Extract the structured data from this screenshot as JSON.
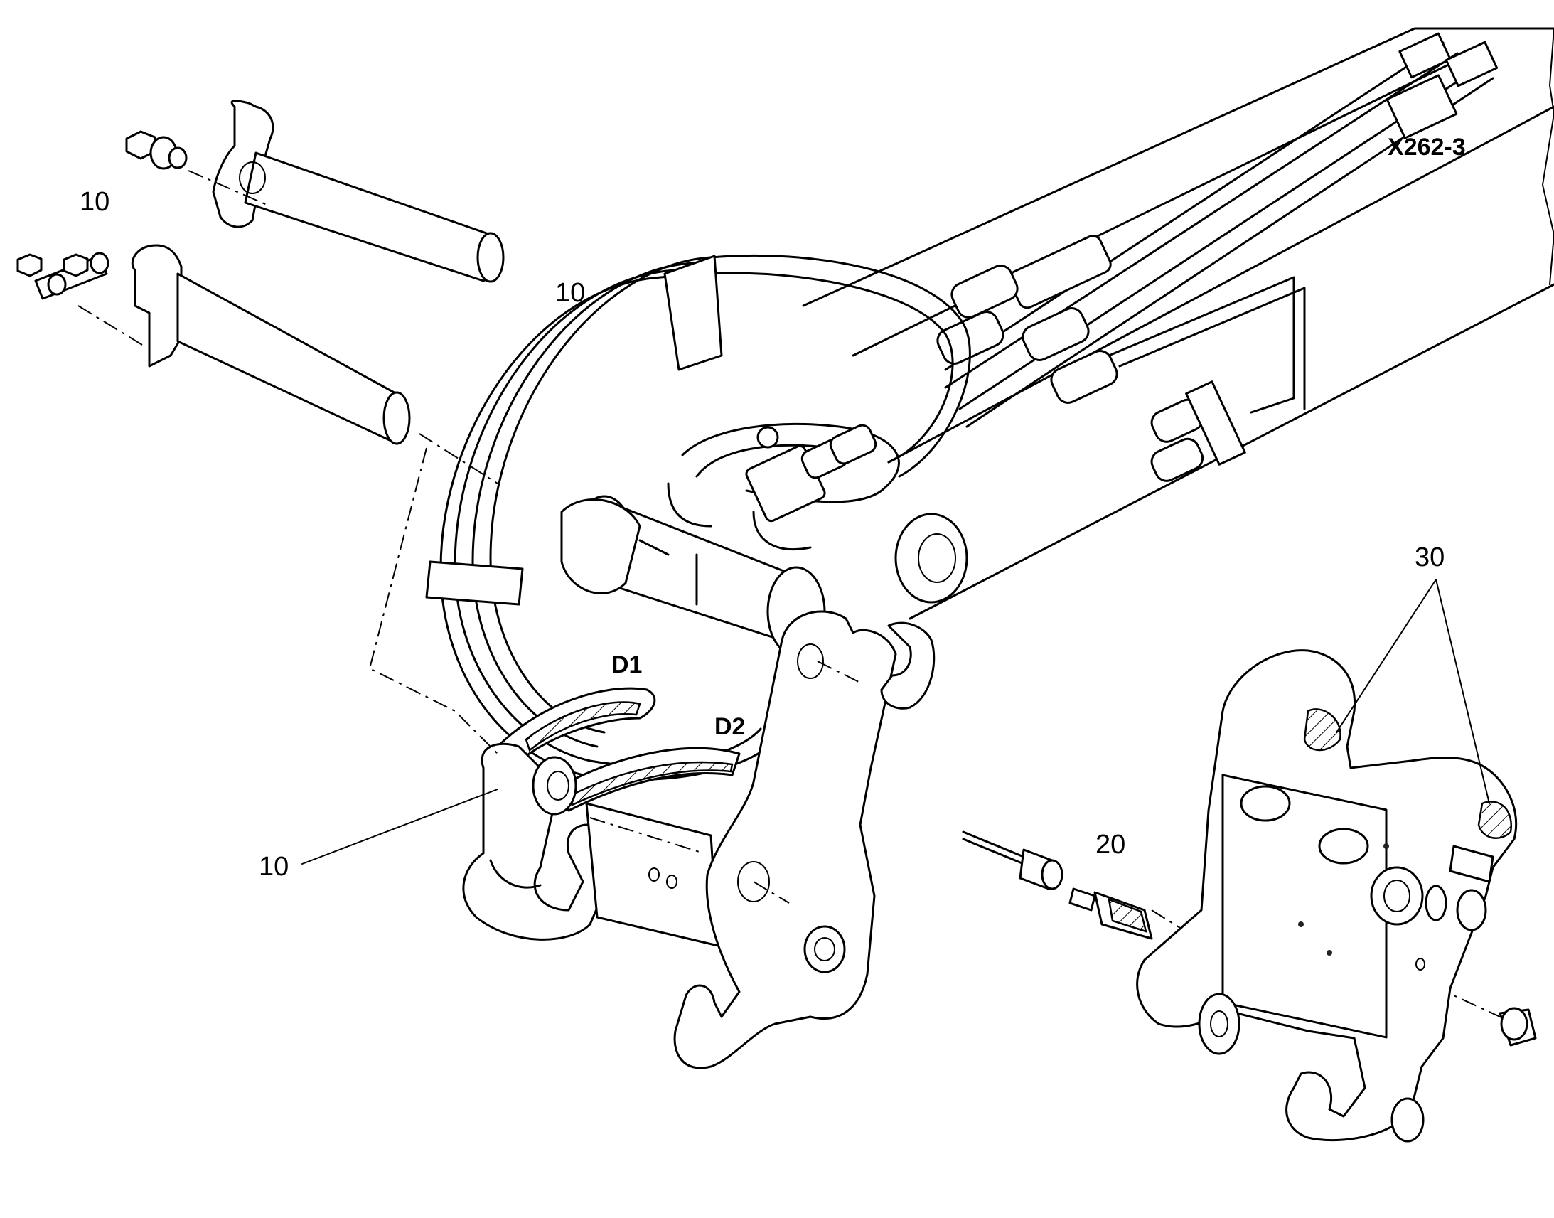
{
  "callouts": {
    "pins_label": "10",
    "hoses_label": "10",
    "bracket_label": "10",
    "grease_label": "20",
    "adapter_label": "30"
  },
  "markings": {
    "connector": "X262-3",
    "port_d1": "D1",
    "port_d2": "D2"
  },
  "colors": {
    "line": "#000000",
    "background": "#ffffff"
  }
}
